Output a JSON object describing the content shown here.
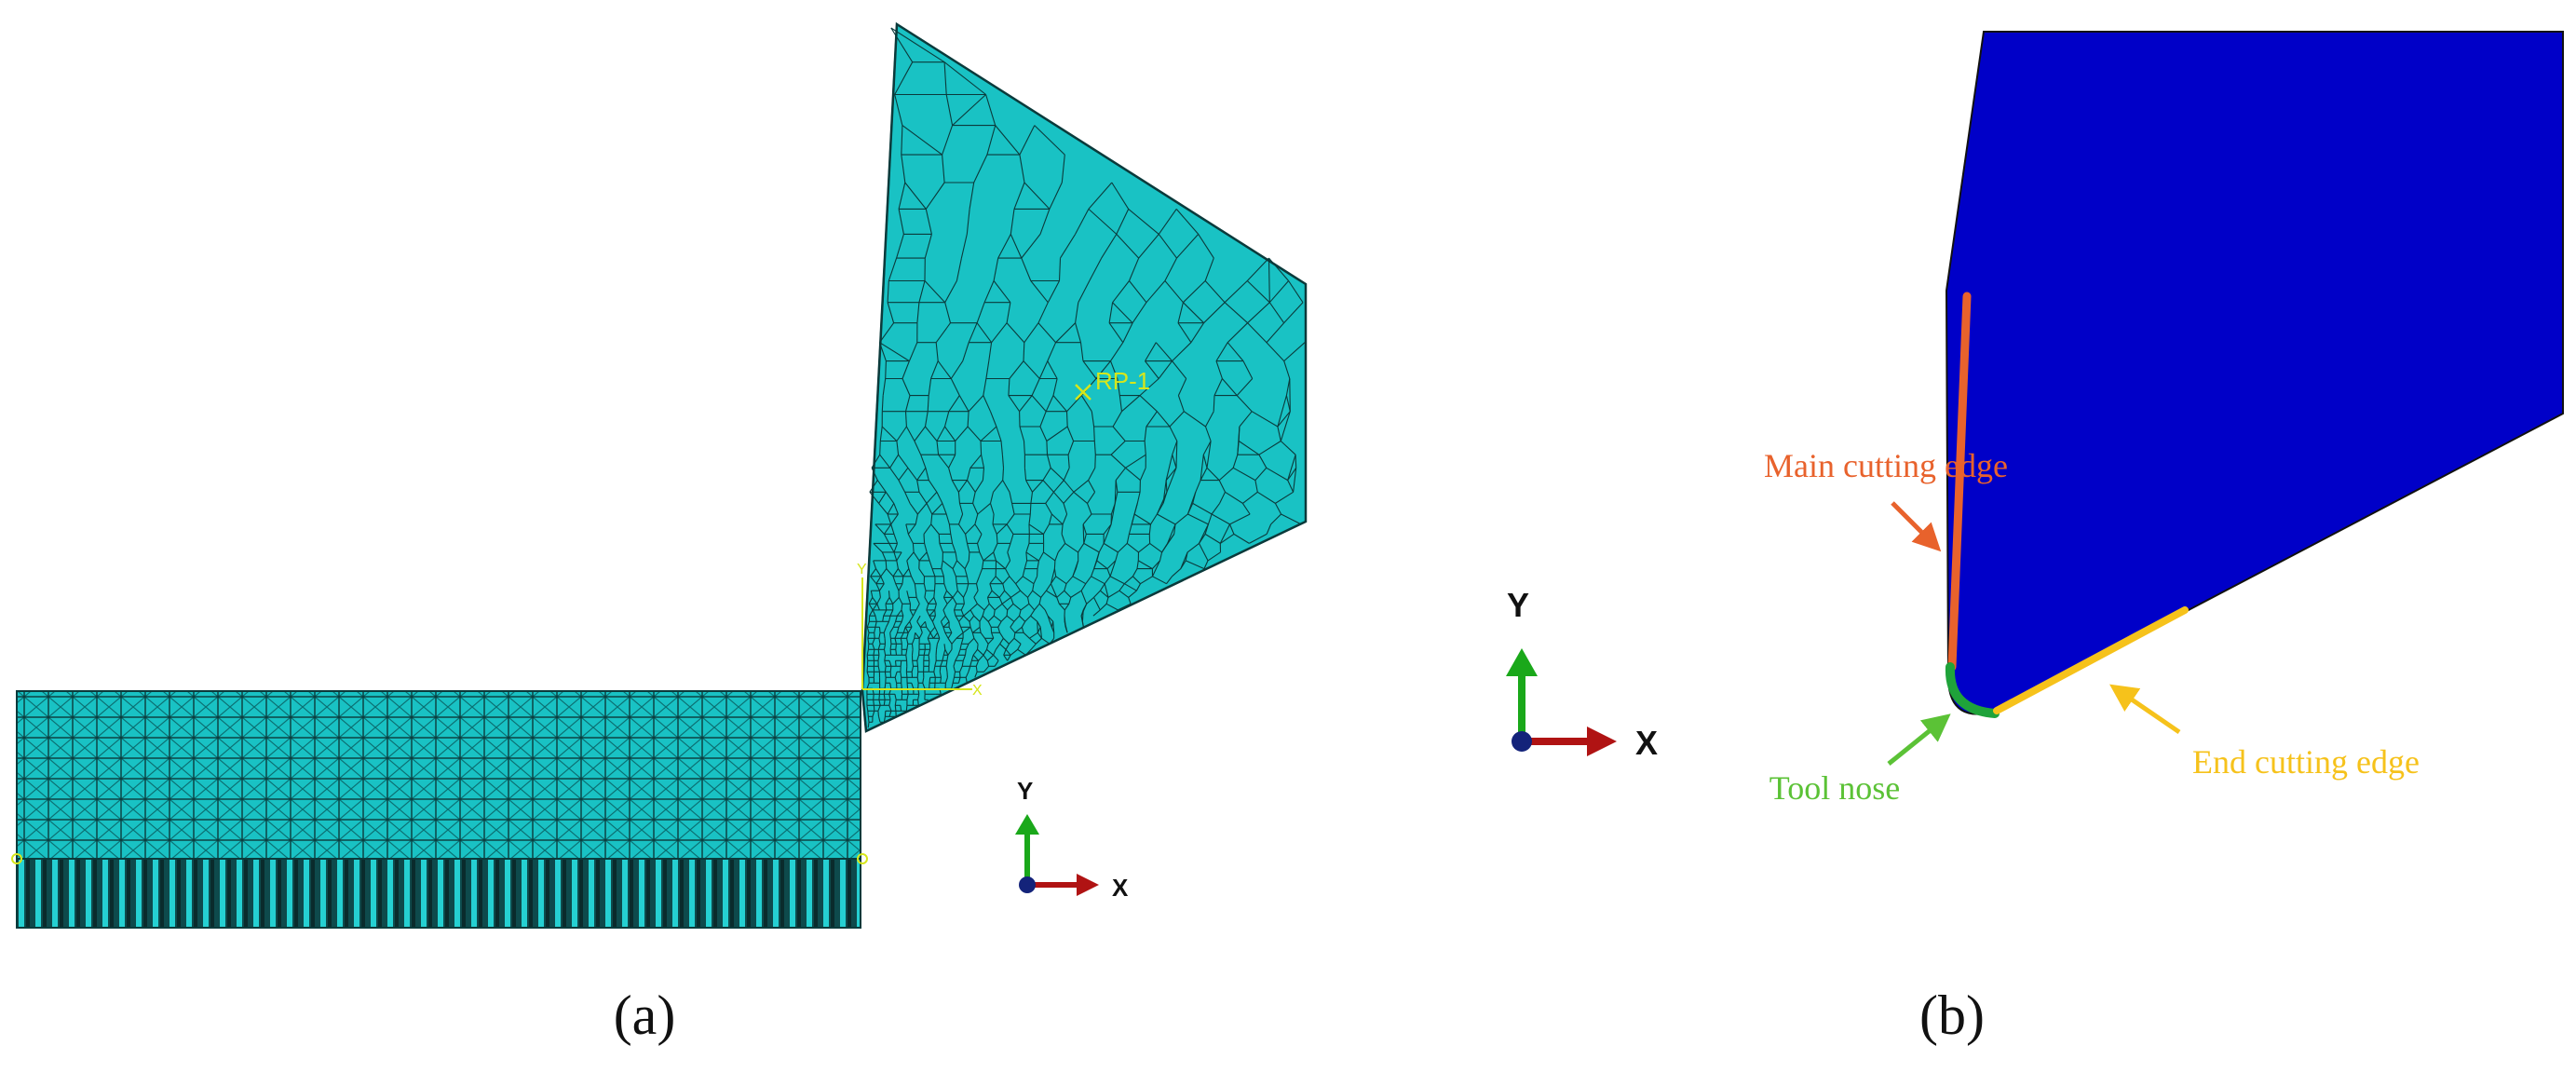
{
  "panels": {
    "a": {
      "caption": "(a)",
      "reference_point_label": "RP-1",
      "csys_labels": {
        "y": "Y",
        "x": "X"
      },
      "triad": {
        "y_label": "Y",
        "x_label": "X"
      }
    },
    "b": {
      "caption": "(b)",
      "labels": {
        "main_cutting_edge": "Main cutting edge",
        "tool_nose": "Tool nose",
        "end_cutting_edge": "End cutting edge"
      },
      "triad": {
        "y_label": "Y",
        "x_label": "X"
      }
    }
  },
  "colors": {
    "mesh_fill": "#19c2c4",
    "mesh_line": "#0b3a3b",
    "tool_body": "#0000c8",
    "main_edge": "#e8622c",
    "tool_nose": "#1fa33a",
    "end_edge": "#f6c21b",
    "label_main": "#e8622c",
    "label_nose": "#5bc236",
    "label_end": "#f6c21b",
    "triad_y": "#1aa81a",
    "triad_x": "#b01313",
    "triad_origin": "#14237a",
    "rp_label": "#d6e61a"
  }
}
